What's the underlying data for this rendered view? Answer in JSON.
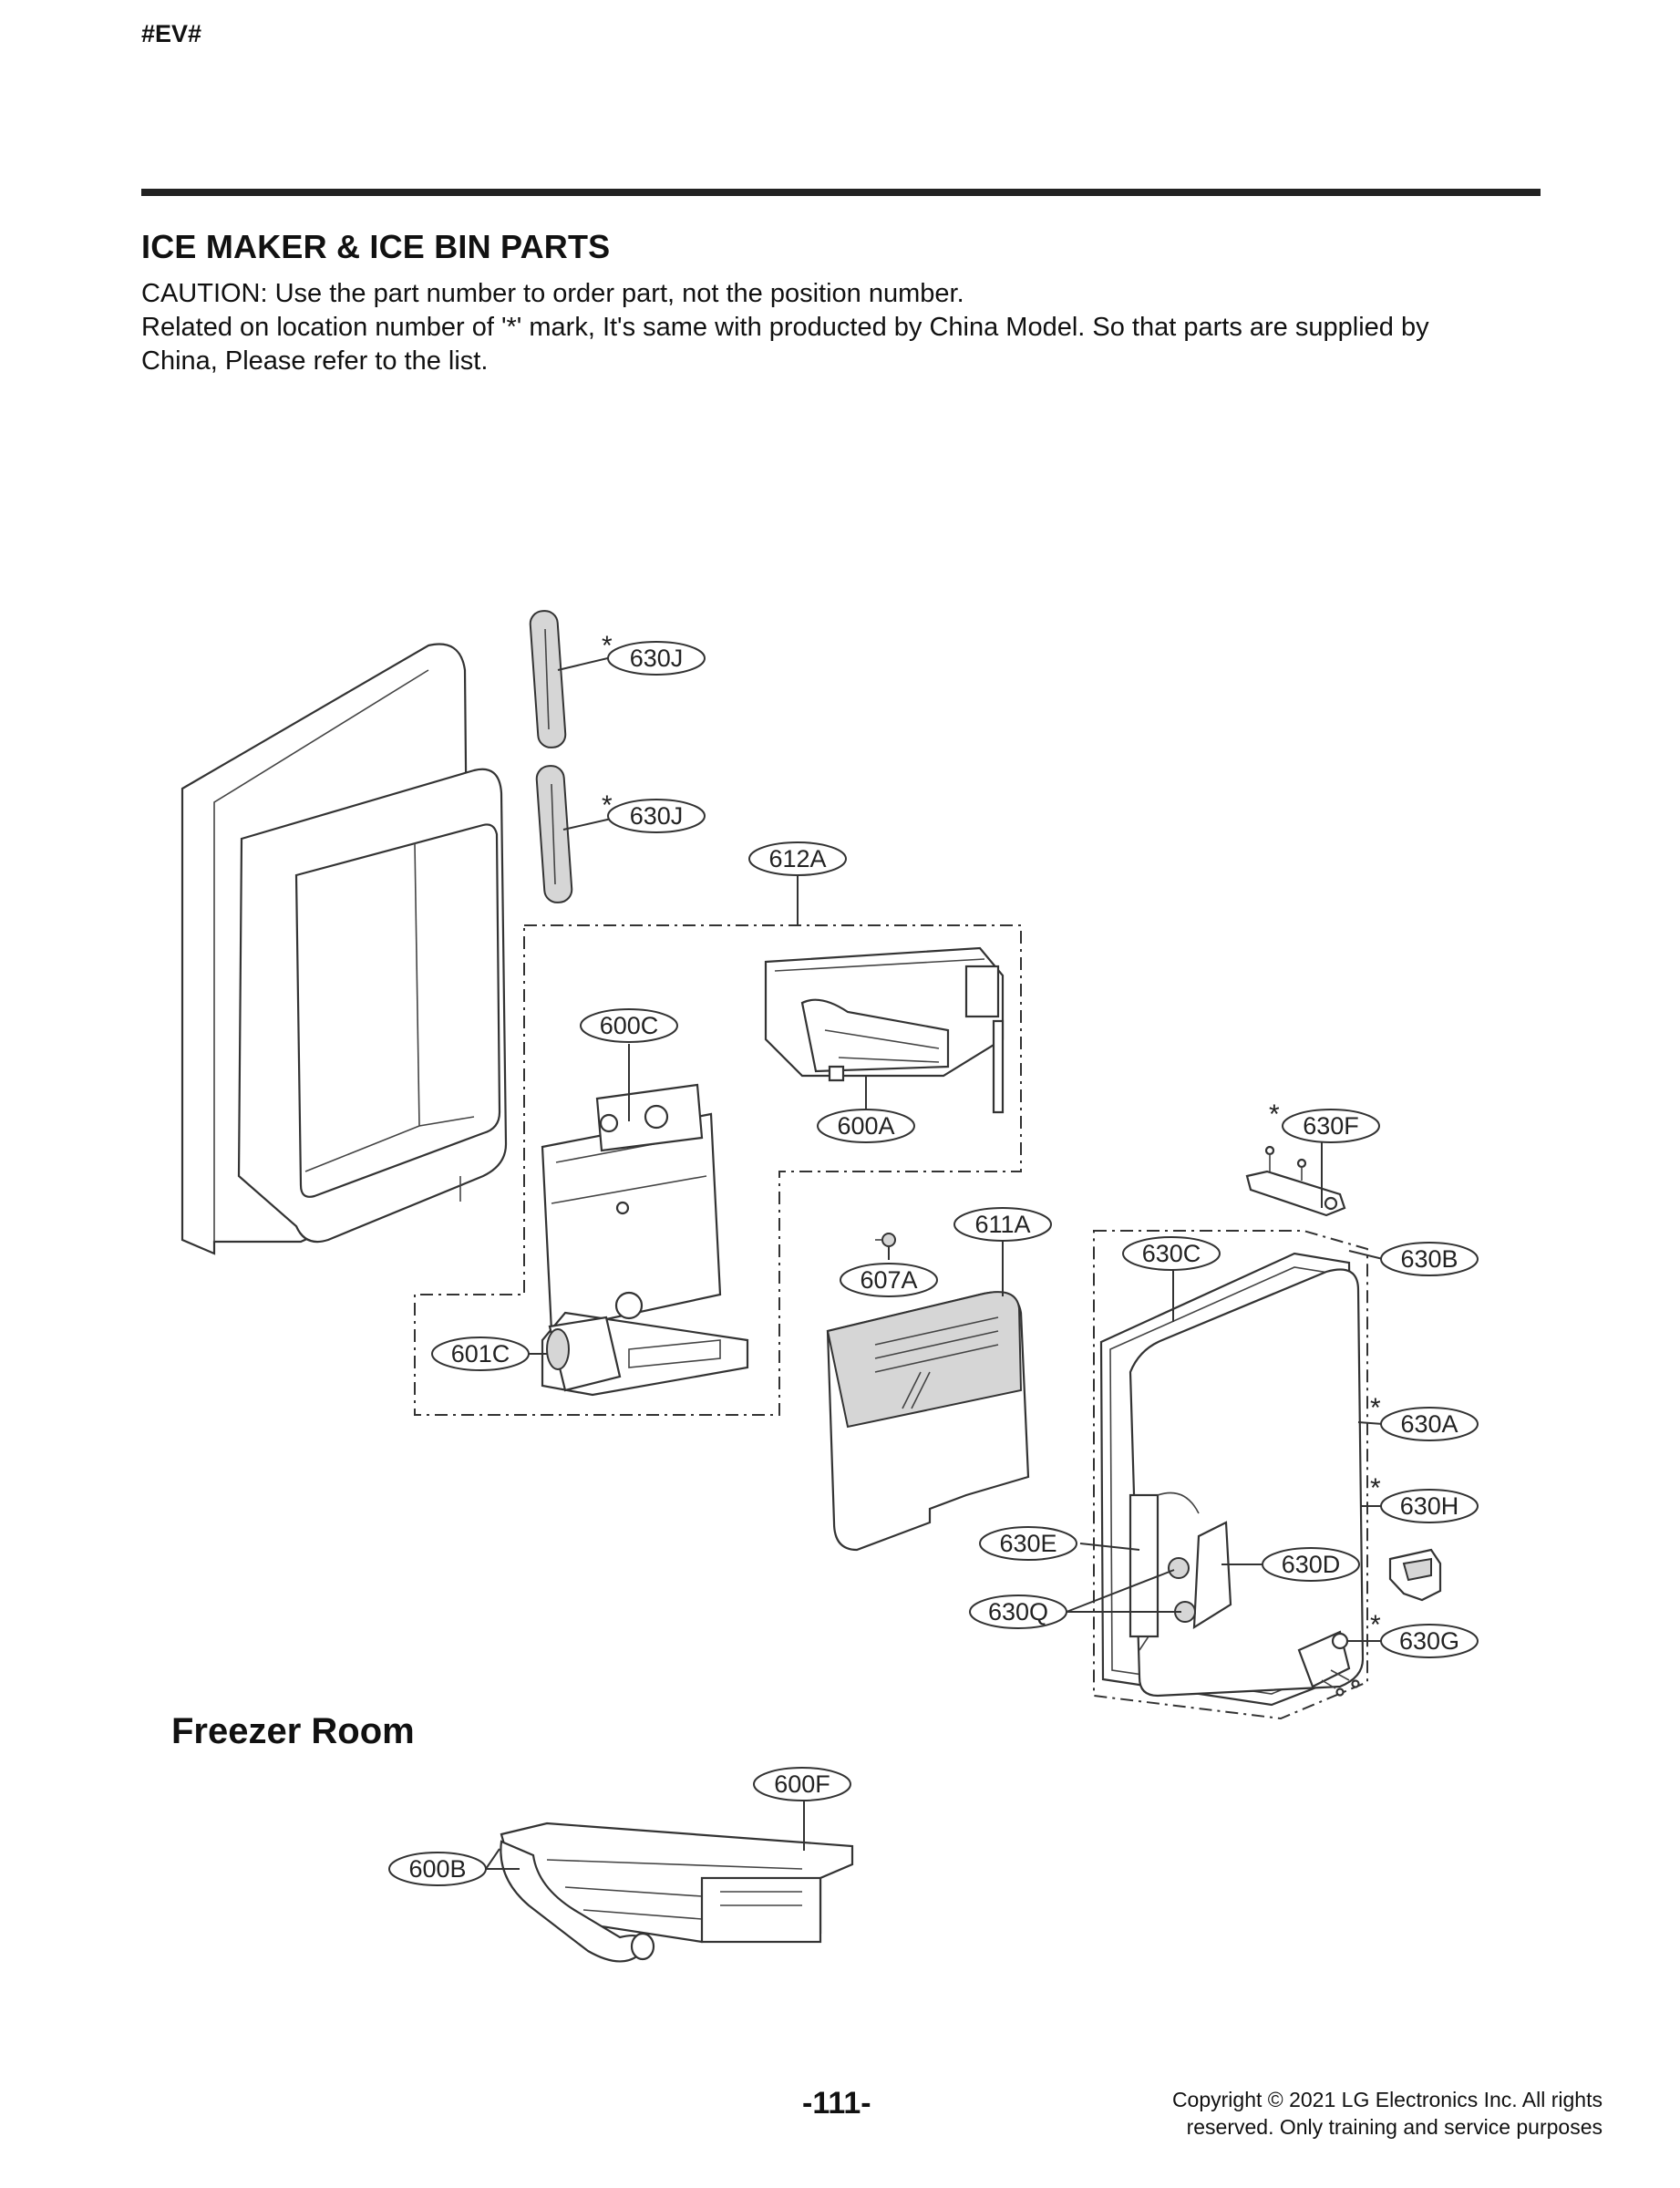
{
  "page": {
    "header_code": "#EV#",
    "title": "ICE MAKER & ICE BIN PARTS",
    "caution_lines": [
      "CAUTION: Use the part number to order part, not the position number.",
      "Related on location number of '*' mark, It's same with producted by China Model. So that parts are supplied by",
      "China, Please refer to the list."
    ],
    "room_label": "Freezer Room",
    "page_number": "-111-",
    "copyright_lines": [
      "Copyright © 2021 LG Electronics Inc. All rights",
      "reserved. Only training and service purposes"
    ]
  },
  "callouts": {
    "c630J_top": "630J",
    "c630J_mid": "630J",
    "c612A": "612A",
    "c600C": "600C",
    "c600A": "600A",
    "c630F": "630F",
    "c611A": "611A",
    "c607A": "607A",
    "c630C": "630C",
    "c630B": "630B",
    "c601C": "601C",
    "c630A": "630A",
    "c630H": "630H",
    "c630E": "630E",
    "c630D": "630D",
    "c630Q": "630Q",
    "c630G": "630G",
    "c600F": "600F",
    "c600B": "600B"
  },
  "star_mark": "*"
}
